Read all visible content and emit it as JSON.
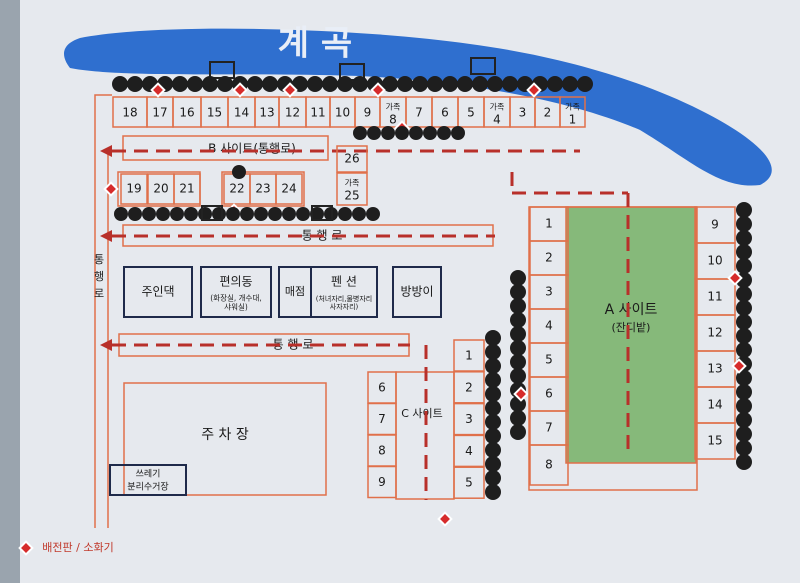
{
  "stream": {
    "label": "계 곡"
  },
  "legend": {
    "label": "배전판 / 소화기"
  },
  "colors": {
    "board": "#e6e9ee",
    "line": "#e0704a",
    "dash": "#b8302a",
    "water": "#2f6fcf",
    "grass": "#86b97a",
    "tree": "#1e1e1e",
    "box": "#1f2a4a",
    "marker": "#d62b2b"
  },
  "sites": {
    "top_row": [
      "18",
      "17",
      "16",
      "15",
      "14",
      "13",
      "12",
      "11",
      "10",
      "9",
      "가족\n8",
      "7",
      "6",
      "5",
      "가족\n4",
      "3",
      "2",
      "가족\n1"
    ],
    "b_row": [
      "19",
      "20",
      "21",
      "22",
      "23",
      "24"
    ],
    "b_extra": [
      "26",
      "가족\n25"
    ],
    "a_left": [
      "1",
      "2",
      "3",
      "4",
      "5",
      "6",
      "7",
      "8"
    ],
    "a_right": [
      "9",
      "10",
      "11",
      "12",
      "13",
      "14",
      "15"
    ],
    "c_left": [
      "6",
      "7",
      "8",
      "9"
    ],
    "c_right": [
      "1",
      "2",
      "3",
      "4",
      "5"
    ]
  },
  "areas": {
    "b_site": "B 사이트(통행로)",
    "a_site_title": "A 사이트",
    "a_site_sub": "(잔디밭)",
    "c_site": "C 사이트",
    "road": "통 행 로",
    "road_vertical": "통행로",
    "parking": "주 차 장",
    "trash_line1": "쓰레기",
    "trash_line2": "분리수거장"
  },
  "buildings": {
    "owner": "주인댁",
    "facility_title": "편의동",
    "facility_sub": "(화장실, 개수대,\n샤워실)",
    "store": "매점",
    "pension_title": "펜 션",
    "pension_sub": "(처녀자리,물병자리\n사자자리)",
    "room": "방방이"
  }
}
